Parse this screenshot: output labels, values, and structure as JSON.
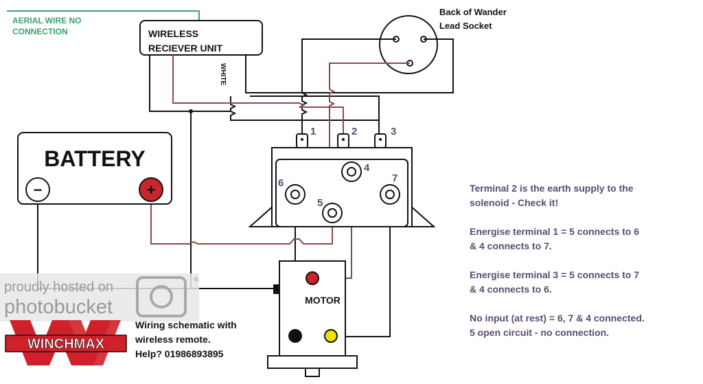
{
  "aerial_label": [
    "AERIAL WIRE NO",
    "CONNECTION"
  ],
  "receiver_label": [
    "WIRELESS",
    "RECIEVER UNIT"
  ],
  "white_label": "WHITE",
  "socket_label": [
    "Back of Wander",
    "Lead Socket"
  ],
  "battery": {
    "label": "BATTERY",
    "neg": "−",
    "pos": "+"
  },
  "terminals": {
    "t1": "1",
    "t2": "2",
    "t3": "3",
    "t4": "4",
    "t5": "5",
    "t6": "6",
    "t7": "7"
  },
  "motor_label": "MOTOR",
  "notes": {
    "n1": [
      "Terminal 2 is the earth supply to the",
      "solenoid - Check it!"
    ],
    "n2": [
      "Energise terminal 1 = 5 connects to 6",
      "& 4 connects to 7."
    ],
    "n3": [
      "Energise terminal 3 = 5 connects to 7",
      "& 4 connects to 6."
    ],
    "n4": [
      "No input (at rest) = 6, 7 & 4 connected.",
      "5 open circuit - no connection."
    ]
  },
  "schematic_caption": [
    "Wiring schematic with",
    "wireless remote.",
    "Help? 01986893895"
  ],
  "watermark": [
    "proudly hosted on",
    "photobucket",
    "®"
  ],
  "logo_text": "WINCHMAX",
  "colors": {
    "wire_black": "#111111",
    "wire_brown": "#8b4a48",
    "aerial_green": "#3aa36a",
    "note_text": "#5a4a70",
    "battery_pos": "#c8262a",
    "logo_red": "#d0202a"
  }
}
